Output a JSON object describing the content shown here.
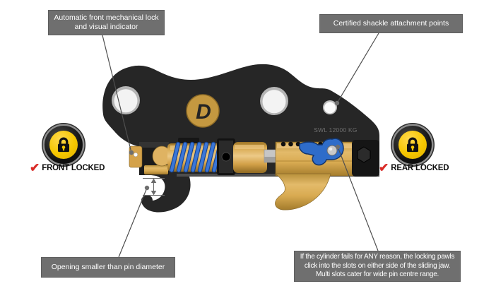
{
  "callouts": {
    "front_lock": {
      "lines": [
        "Automatic front mechanical lock",
        "and visual indicator"
      ]
    },
    "shackle": {
      "lines": [
        "Certified shackle attachment points"
      ]
    },
    "opening": {
      "lines": [
        "Opening smaller than pin diameter"
      ]
    },
    "failsafe": {
      "lines": [
        "If the cylinder fails for ANY reason, the locking pawls",
        "click into the slots on either side of the sliding jaw.",
        "Multi slots cater for wide pin centre range."
      ]
    }
  },
  "badges": {
    "front": {
      "check_glyph": "✔",
      "label": "FRONT LOCKED",
      "icon": "padlock"
    },
    "rear": {
      "check_glyph": "✔",
      "label": "REAR LOCKED",
      "icon": "padlock"
    }
  },
  "machine": {
    "swl_label": "SWL 12000 KG",
    "logo_letter": "D"
  },
  "colors": {
    "body_black": "#262626",
    "part_gold": "#D7A94F",
    "spring_blue": "#3A76D8",
    "badge_yellow": "#F6C700",
    "check_red": "#D92B27",
    "callout_bg": "#6F6F6F"
  }
}
